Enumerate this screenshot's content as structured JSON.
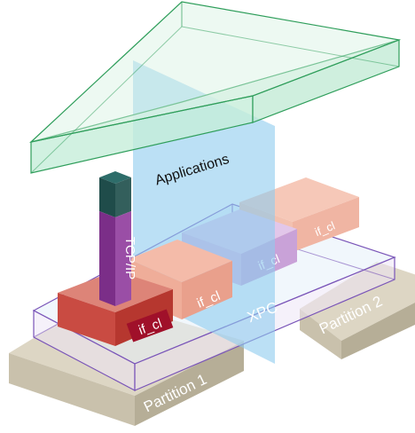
{
  "labels": {
    "applications": "Applications",
    "tcpip": "TCP/IP",
    "xpc": "XPC",
    "partition1": "Partition 1",
    "partition2": "Partition 2",
    "if_cl": "if_cl"
  },
  "colors": {
    "applications_fill": "#cdeedd",
    "applications_stroke": "#2f9e5b",
    "xpc_plane": "#8ecbee",
    "xpc_stroke": "#7a55b8",
    "partition_base": "#c9c1ac",
    "partition_text": "#ffffff",
    "ifcl_red": "#c94b42",
    "ifcl_pink": "#f2b3a1",
    "ifcl_lavender": "#d8b6e2",
    "tcpip": "#8a3f98",
    "tcpip_cap": "#1f4c4a"
  }
}
